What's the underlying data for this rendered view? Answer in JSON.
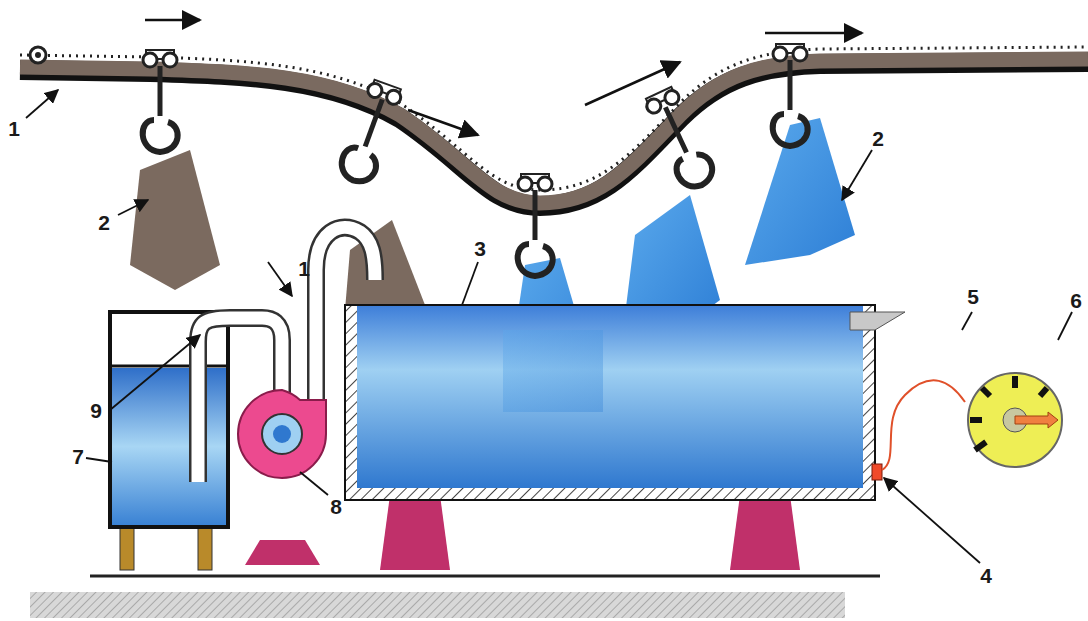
{
  "diagram": {
    "labels": [
      "1",
      "2",
      "1",
      "3",
      "2",
      "9",
      "7",
      "8",
      "4",
      "5",
      "6"
    ]
  }
}
